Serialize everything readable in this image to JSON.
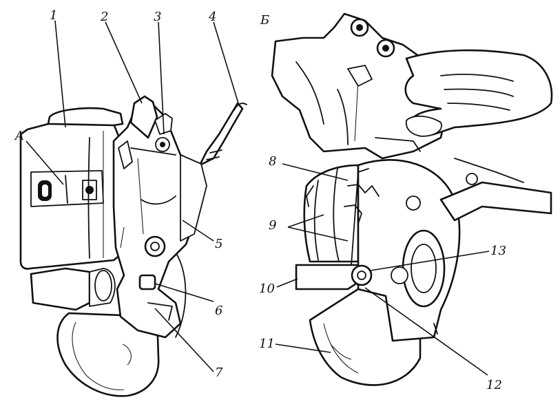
{
  "figure": {
    "colors": {
      "ink": "#111111",
      "paper": "#ffffff"
    },
    "left_assembly": {
      "callouts": [
        "1",
        "2",
        "3",
        "4",
        "A",
        "5",
        "6",
        "7"
      ]
    },
    "right_assembly": {
      "callouts": [
        "Б",
        "8",
        "9",
        "10",
        "11",
        "12",
        "13"
      ]
    }
  }
}
